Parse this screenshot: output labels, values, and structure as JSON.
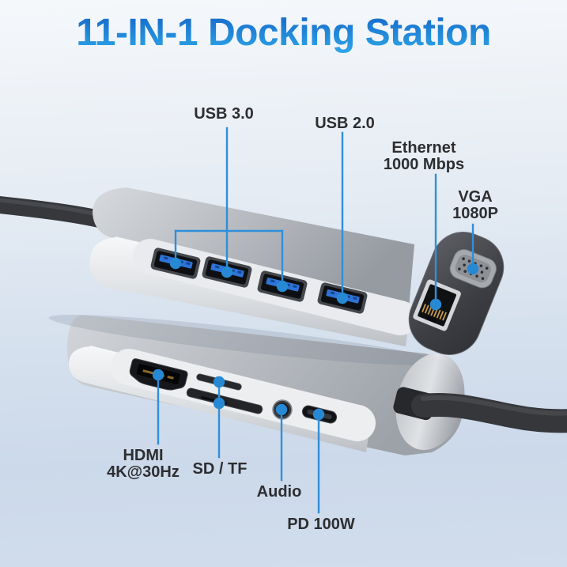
{
  "title": "11-IN-1 Docking Station",
  "colors": {
    "accent_line": "#2f8fda",
    "dot": "#2789d3",
    "label_text": "#2d2e30",
    "title_top": "#1566c8",
    "title_bottom": "#2fa9e9",
    "body_silver": "#c6c9ce",
    "end_cap_dark": "#3c3e43",
    "usb_tongue_blue": "#2e74d8",
    "cable_dark": "#36383c"
  },
  "callouts": {
    "usb3": {
      "label": "USB 3.0"
    },
    "usb2": {
      "label": "USB 2.0"
    },
    "ethernet": {
      "line1": "Ethernet",
      "line2": "1000 Mbps"
    },
    "vga": {
      "line1": "VGA",
      "line2": "1080P"
    },
    "hdmi": {
      "line1": "HDMI",
      "line2": "4K@30Hz"
    },
    "sd_tf": {
      "label": "SD / TF"
    },
    "audio": {
      "label": "Audio"
    },
    "pd": {
      "label": "PD 100W"
    }
  },
  "device": {
    "name": "docking-station",
    "ports_top_view": [
      "usb3-port-1",
      "usb3-port-2",
      "usb3-port-3",
      "usb2-port",
      "ethernet-port",
      "vga-port"
    ],
    "ports_bottom_view": [
      "hdmi-port",
      "tf-card-slot",
      "sd-card-slot",
      "audio-jack",
      "usb-c-pd-port"
    ]
  }
}
